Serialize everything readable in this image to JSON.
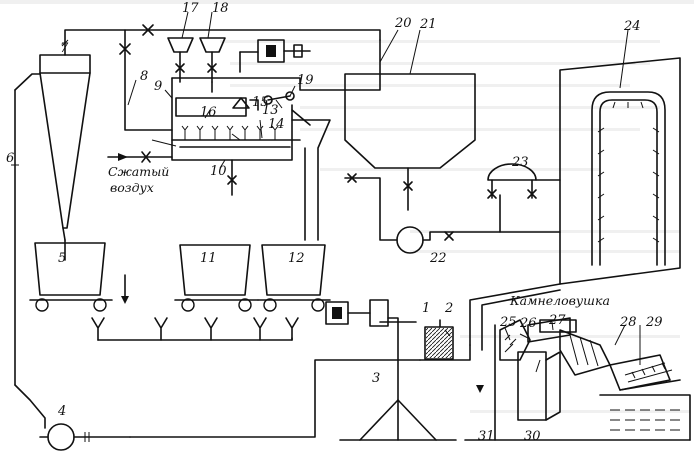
{
  "diagram": {
    "labels": {
      "compressed_air_line1": "Сжатый",
      "compressed_air_line2": "воздух",
      "stone_trap": "Камнеловушка"
    },
    "numbers": [
      "1",
      "2",
      "3",
      "4",
      "5",
      "6",
      "7",
      "8",
      "9",
      "10",
      "11",
      "12",
      "13",
      "14",
      "15",
      "16",
      "17",
      "18",
      "19",
      "20",
      "21",
      "22",
      "23",
      "24",
      "25",
      "26",
      "27",
      "28",
      "29",
      "30",
      "31"
    ]
  }
}
